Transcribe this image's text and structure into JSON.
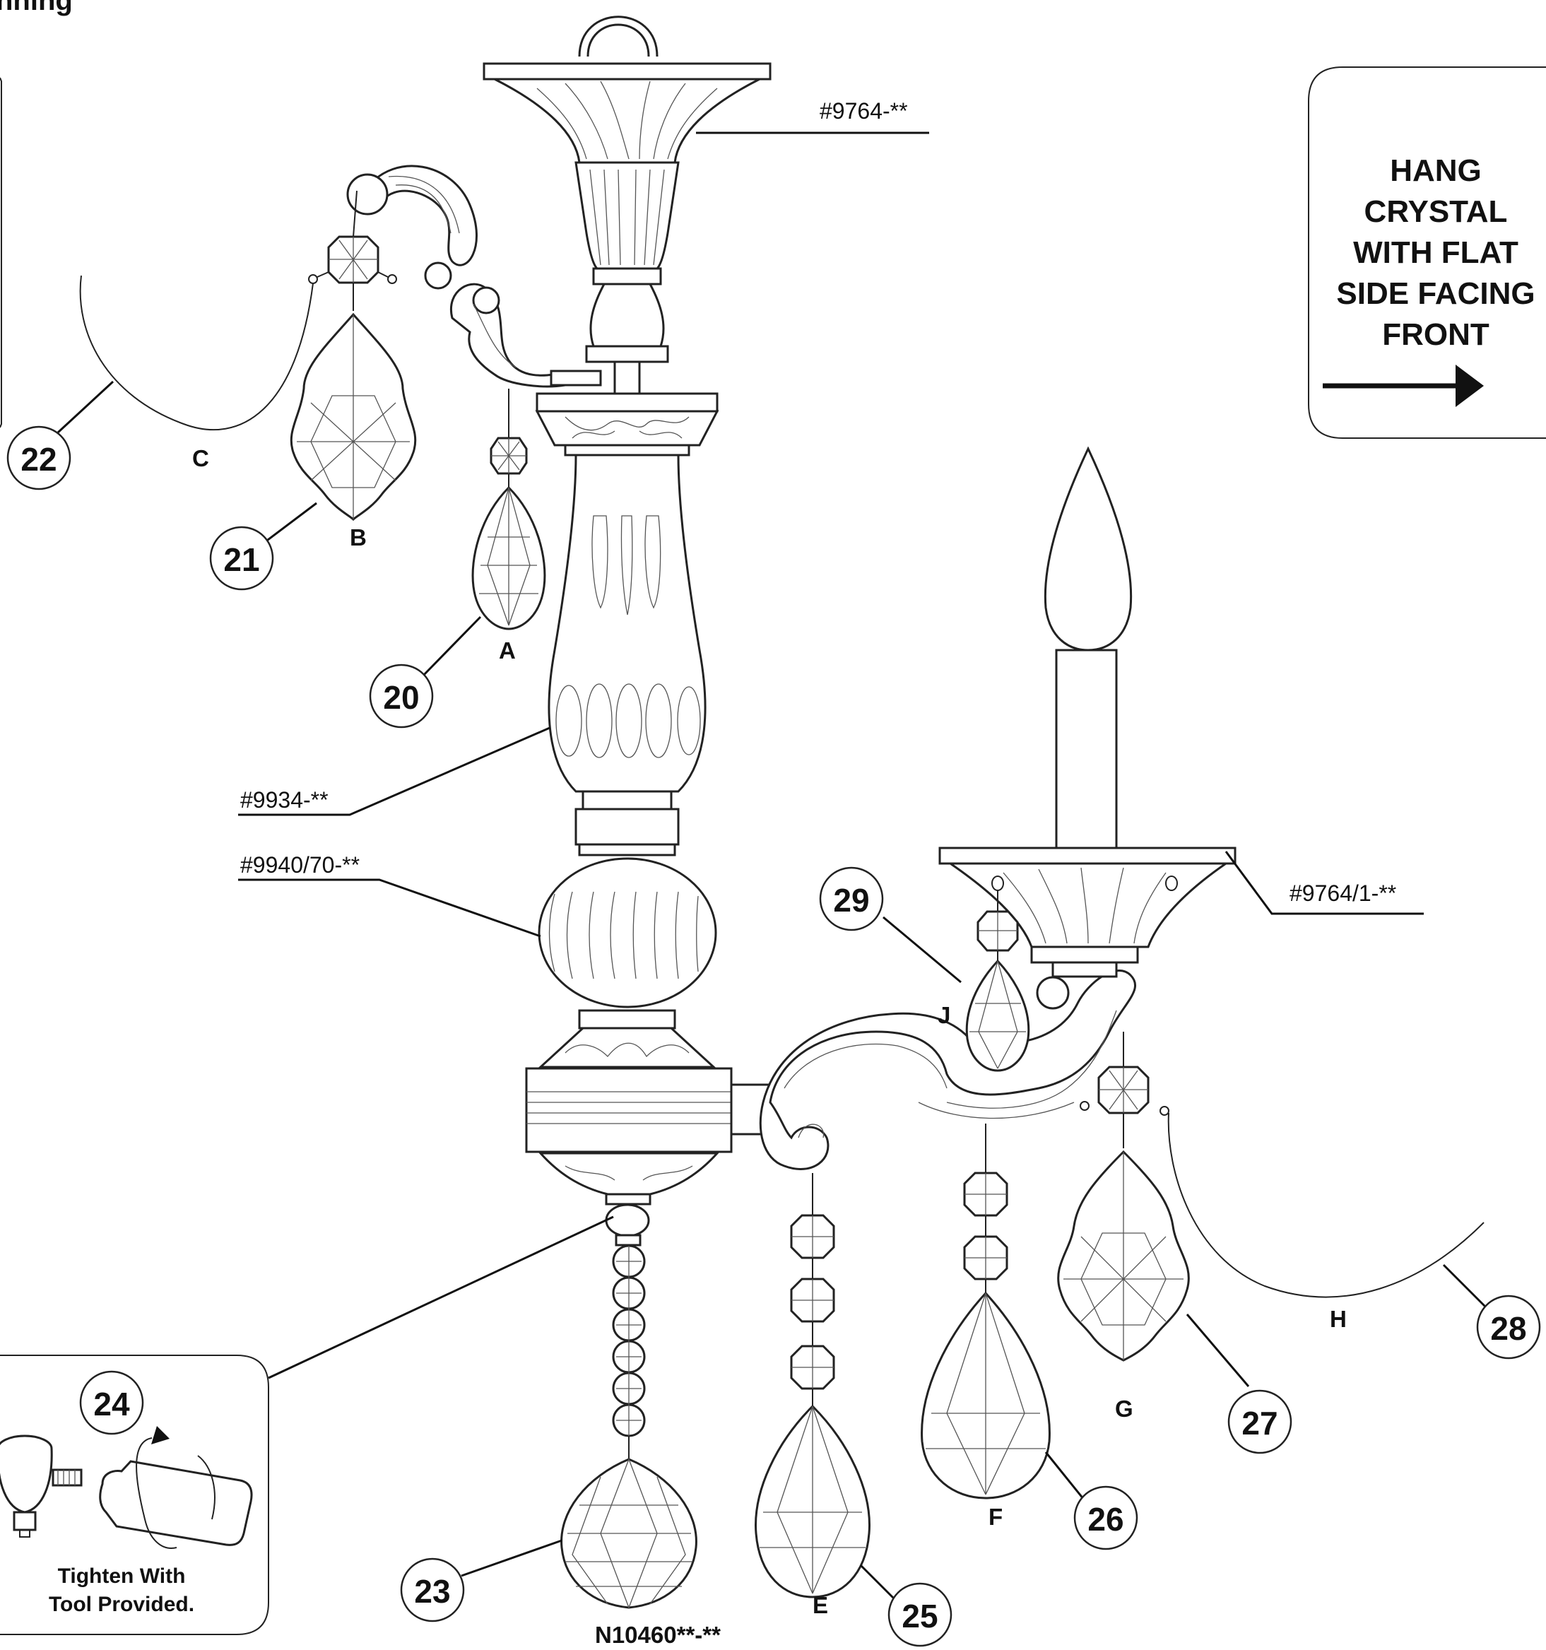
{
  "header_fragment": "nning",
  "parts": {
    "canopy": "#9764-**",
    "column": "#9934-**",
    "ball": "#9940/70-**",
    "cup": "#9764/1-**",
    "body": "N10460**-**"
  },
  "callouts": [
    "20",
    "21",
    "22",
    "23",
    "24",
    "25",
    "26",
    "27",
    "28",
    "29"
  ],
  "letters": {
    "a": "A",
    "b": "B",
    "c": "C",
    "e": "E",
    "f": "F",
    "g": "G",
    "h": "H",
    "j": "J"
  },
  "note_box": {
    "lines": [
      "HANG",
      "CRYSTAL",
      "WITH FLAT",
      "SIDE FACING",
      "FRONT"
    ]
  },
  "tool_box": {
    "line1": "Tighten With",
    "line2": "Tool Provided."
  }
}
